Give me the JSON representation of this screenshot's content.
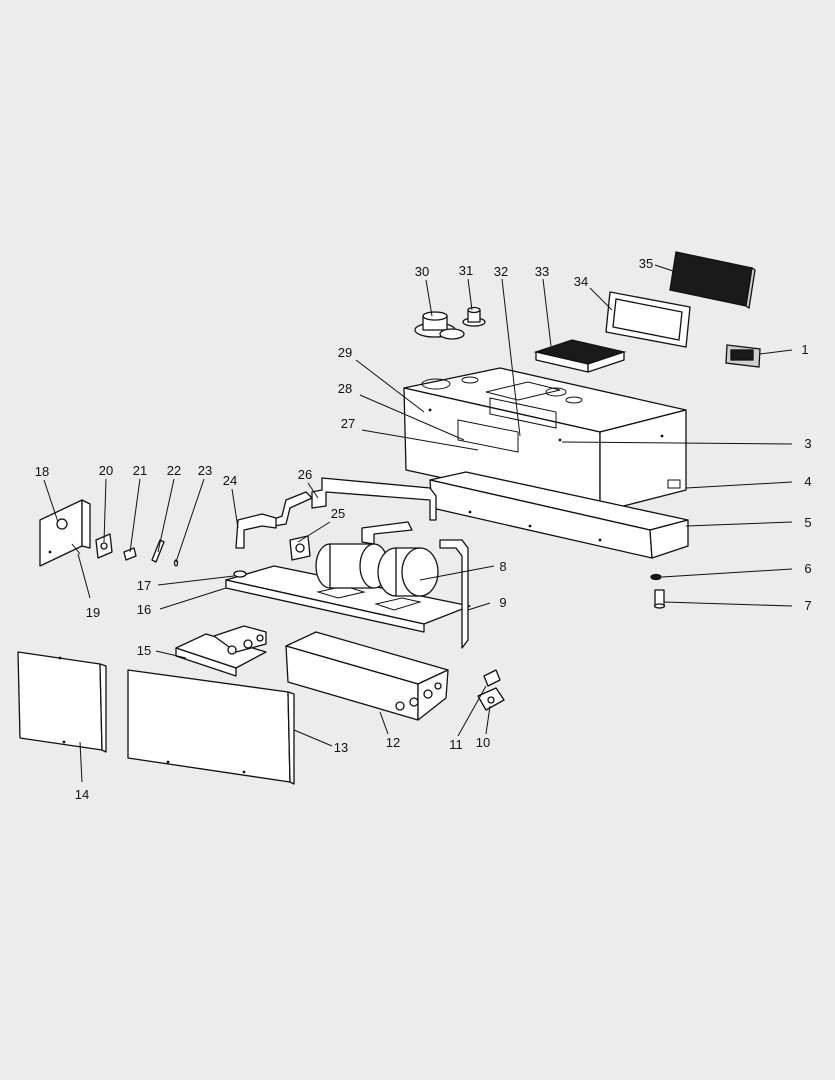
{
  "diagram": {
    "callouts": [
      {
        "id": "1",
        "label": "1"
      },
      {
        "id": "3",
        "label": "3"
      },
      {
        "id": "4",
        "label": "4"
      },
      {
        "id": "5",
        "label": "5"
      },
      {
        "id": "6",
        "label": "6"
      },
      {
        "id": "7",
        "label": "7"
      },
      {
        "id": "8",
        "label": "8"
      },
      {
        "id": "9",
        "label": "9"
      },
      {
        "id": "10",
        "label": "10"
      },
      {
        "id": "11",
        "label": "11"
      },
      {
        "id": "12",
        "label": "12"
      },
      {
        "id": "13",
        "label": "13"
      },
      {
        "id": "14",
        "label": "14"
      },
      {
        "id": "15",
        "label": "15"
      },
      {
        "id": "16",
        "label": "16"
      },
      {
        "id": "17",
        "label": "17"
      },
      {
        "id": "18",
        "label": "18"
      },
      {
        "id": "19",
        "label": "19"
      },
      {
        "id": "20",
        "label": "20"
      },
      {
        "id": "21",
        "label": "21"
      },
      {
        "id": "22",
        "label": "22"
      },
      {
        "id": "23",
        "label": "23"
      },
      {
        "id": "24",
        "label": "24"
      },
      {
        "id": "25",
        "label": "25"
      },
      {
        "id": "26",
        "label": "26"
      },
      {
        "id": "27",
        "label": "27"
      },
      {
        "id": "28",
        "label": "28"
      },
      {
        "id": "29",
        "label": "29"
      },
      {
        "id": "30",
        "label": "30"
      },
      {
        "id": "31",
        "label": "31"
      },
      {
        "id": "32",
        "label": "32"
      },
      {
        "id": "33",
        "label": "33"
      },
      {
        "id": "34",
        "label": "34"
      },
      {
        "id": "35",
        "label": "35"
      }
    ],
    "colors": {
      "background": "#ececec",
      "line": "#111111",
      "part_fill": "#ffffff",
      "dark_fill": "#1a1a1a"
    }
  }
}
